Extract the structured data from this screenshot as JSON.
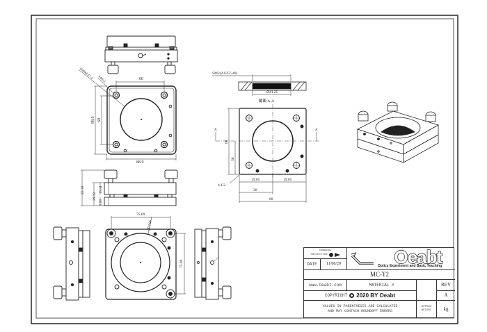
{
  "drawing": {
    "part_number": "MC-T2",
    "website": "www.Oeabt.com",
    "material_label": "MATERIAL #",
    "rev_label": "REV",
    "rev_value": "A",
    "drawing_projection_label_1": "DRAWING",
    "drawing_projection_label_2": "PROJECTION",
    "date_label": "DATE",
    "date_value": "11/08/20",
    "copyright_label": "COPYRIGHT",
    "copyright_text": "2020 BY Oeabt",
    "note_line_1": "VALUES IN PARENTHESIS ARE CALCULATED",
    "note_line_2": "AND MAY CONTAIN ROUNDOFF ERRORS",
    "approx_weight_1": "APPROX",
    "approx_weight_2": "WEIGHT",
    "weight_unit": "kg",
    "logo_name": "Oeabt",
    "logo_tagline": "Optics Experiment and Basic Teaching"
  },
  "views": {
    "top_plan": {
      "dim_top": "60",
      "dim_left_outer": "88.9",
      "dim_left_inner": "60",
      "dim_bottom": "88.9",
      "callout_thread": "M40X0.5*-4",
      "callout_holes": "4-Ø6.2"
    },
    "side": {
      "dim_total": "45.18",
      "dim_body": "29.32",
      "dim_upper": "19.34",
      "dim_lower": "5.58"
    },
    "section": {
      "thread_label": "SM2(2.035\"-40)",
      "diameter_label": "Ø41.25",
      "section_title": "截面 A-A",
      "section_mark_left": "A",
      "section_mark_right": "A",
      "dim_bottom_left": "19.05",
      "dim_bottom_right": "19.05",
      "dim_half": "30",
      "dim_full": "60",
      "dim_vertical": "60",
      "dim_vertical_half": "30",
      "chamfer_label": "4-C2"
    },
    "front": {
      "dim_top": "75.69",
      "dim_right": "75.69",
      "dim_diameter": "Ø72.66"
    }
  }
}
